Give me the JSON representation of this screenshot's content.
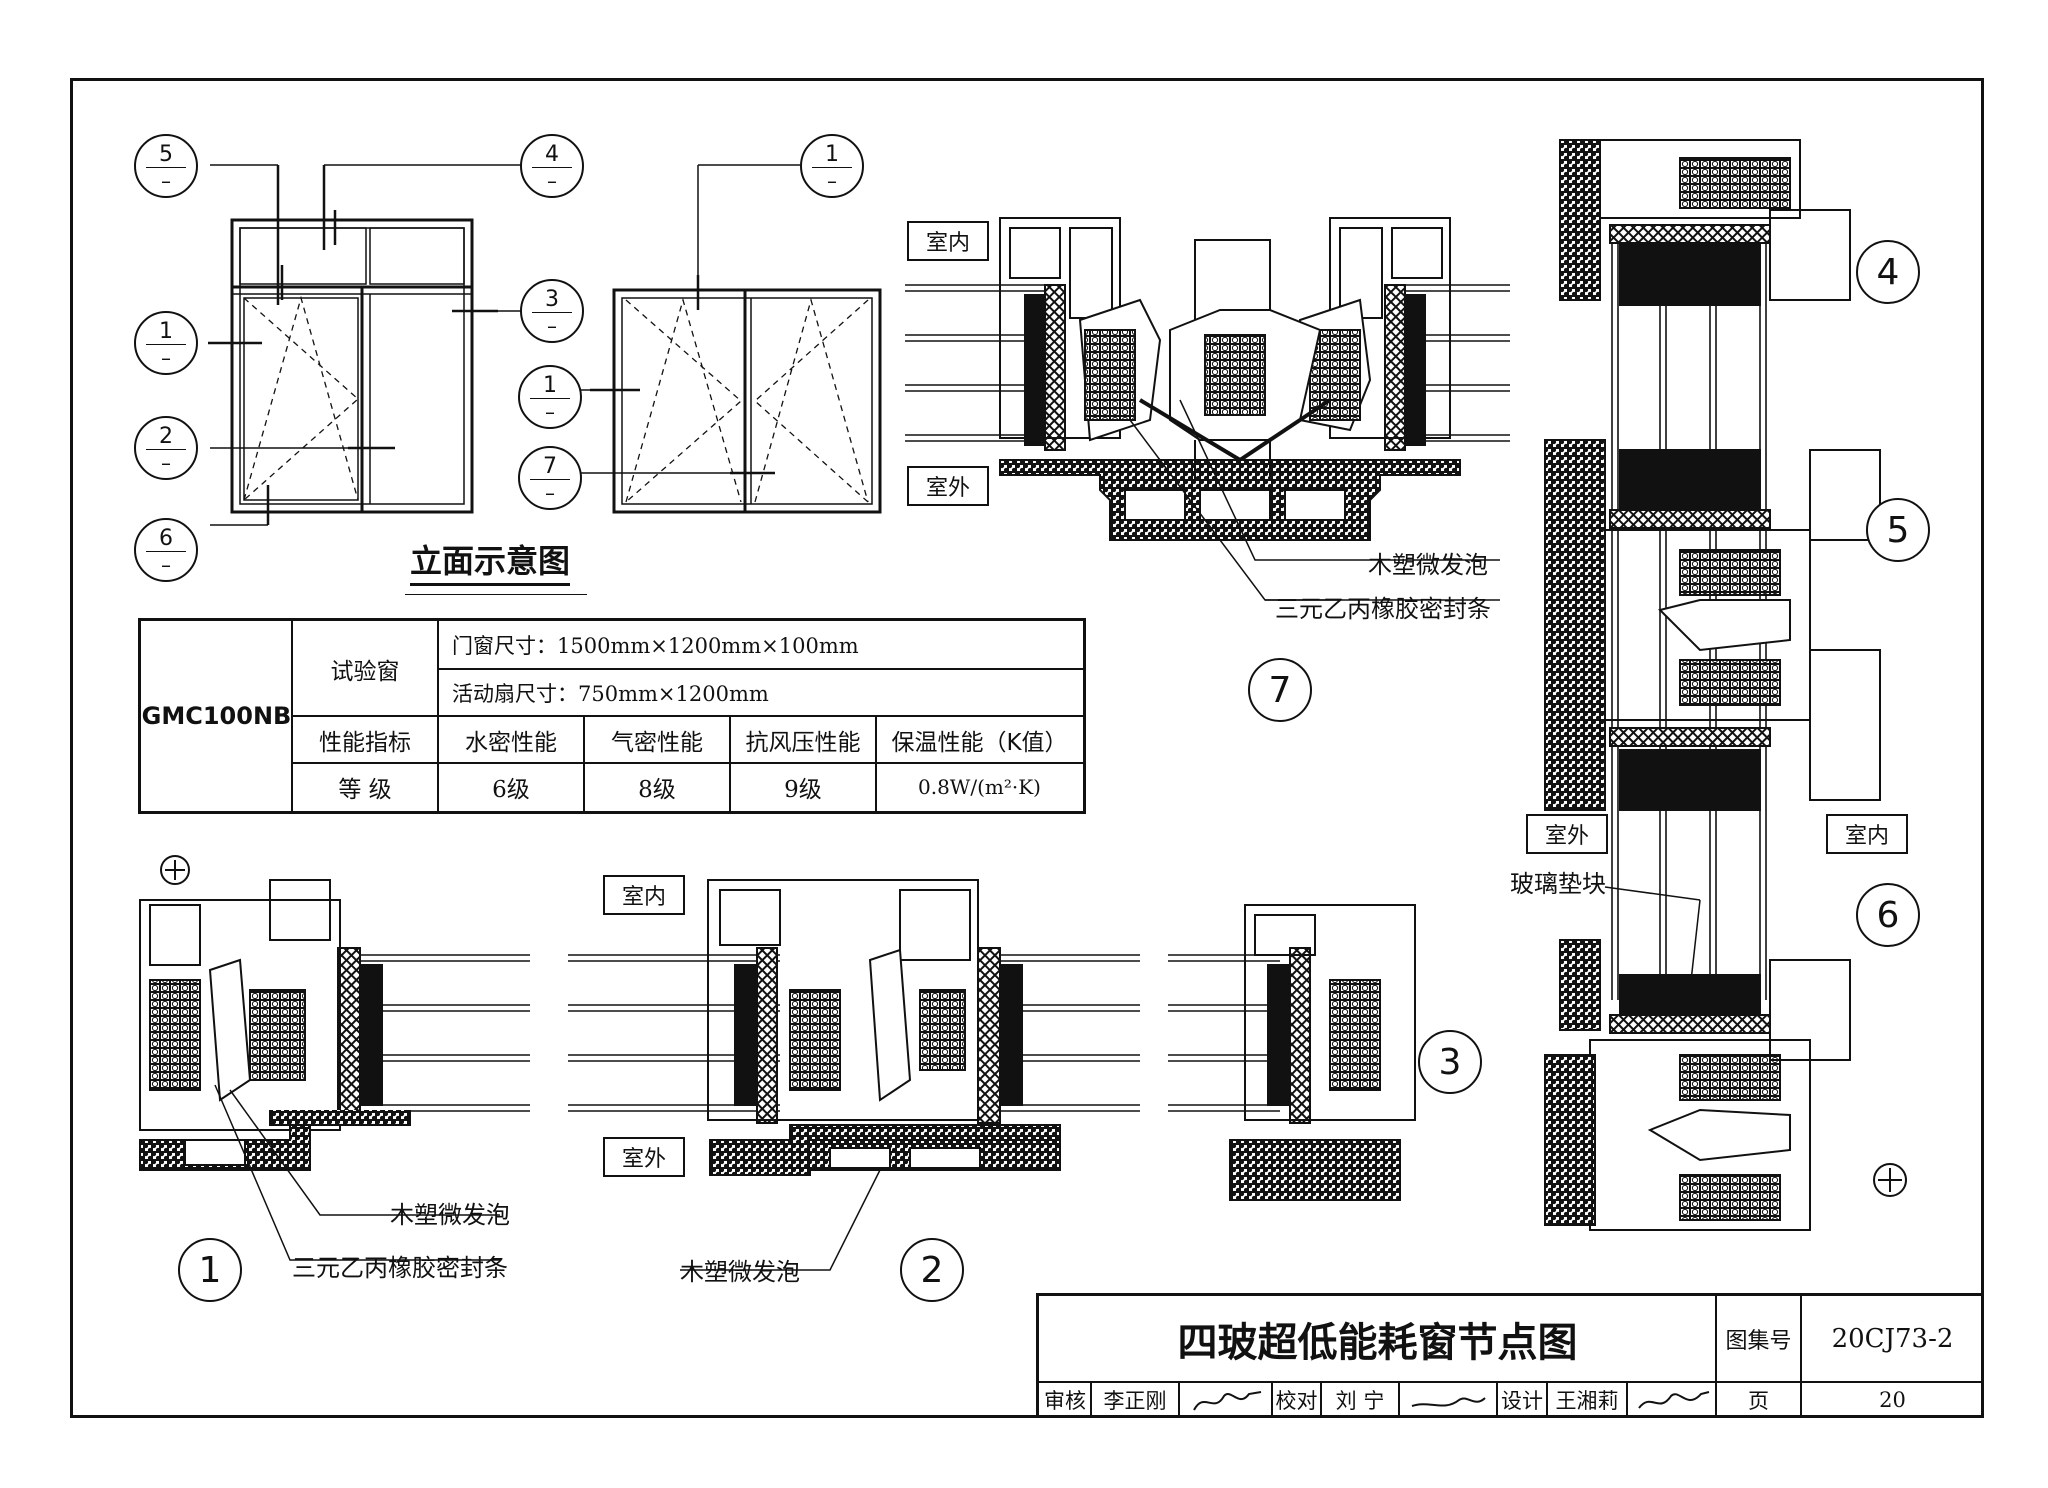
{
  "elevation": {
    "title": "立面示意图",
    "tags": [
      {
        "n": "5",
        "d": "–"
      },
      {
        "n": "4",
        "d": "–"
      },
      {
        "n": "1",
        "d": "–"
      },
      {
        "n": "3",
        "d": "–"
      },
      {
        "n": "2",
        "d": "–"
      },
      {
        "n": "6",
        "d": "–"
      },
      {
        "n": "1",
        "d": "–"
      },
      {
        "n": "1",
        "d": "–"
      },
      {
        "n": "7",
        "d": "–"
      }
    ]
  },
  "spec_table": {
    "model": "GMC100NB",
    "test_window": "试验窗",
    "size_door": "门窗尺寸：1500mm×1200mm×100mm",
    "size_sash": "活动扇尺寸：750mm×1200mm",
    "headers": [
      "性能指标",
      "水密性能",
      "气密性能",
      "抗风压性能",
      "保温性能（K值）"
    ],
    "grade_label": "等 级",
    "grades": [
      "6级",
      "8级",
      "9级",
      "0.8W/(m²·K)"
    ]
  },
  "labels": {
    "indoor": "室内",
    "outdoor": "室外",
    "wpc_foam": "木塑微发泡",
    "epdm_seal": "三元乙丙橡胶密封条",
    "glass_block": "玻璃垫块"
  },
  "details": [
    "1",
    "2",
    "3",
    "4",
    "5",
    "6",
    "7"
  ],
  "title_block": {
    "title": "四玻超低能耗窗节点图",
    "atlas_label": "图集号",
    "atlas_no": "20CJ73-2",
    "review_label": "审核",
    "reviewer": "李正刚",
    "check_label": "校对",
    "checker": "刘 宁",
    "design_label": "设计",
    "designer": "王湘莉",
    "page_label": "页",
    "page_no": "20"
  }
}
